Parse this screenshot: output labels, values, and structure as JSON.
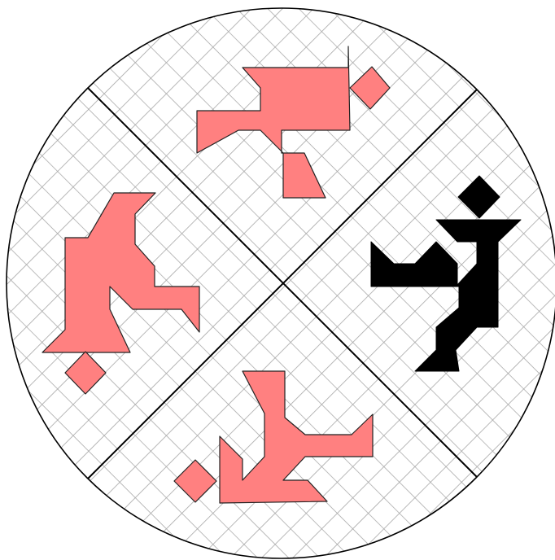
{
  "colors": {
    "background": "#ffffff",
    "circle_outline": "#000000",
    "grid_lines": "#a6a6a6",
    "divider_lines": "#000000",
    "pink_figures": "#ff8080",
    "pink_outline": "#222222",
    "black_figure": "#000000"
  },
  "figures": [
    {
      "name": "figure-top",
      "color": "pink"
    },
    {
      "name": "figure-left",
      "color": "pink"
    },
    {
      "name": "figure-bottom",
      "color": "pink"
    },
    {
      "name": "figure-right",
      "color": "black"
    }
  ]
}
